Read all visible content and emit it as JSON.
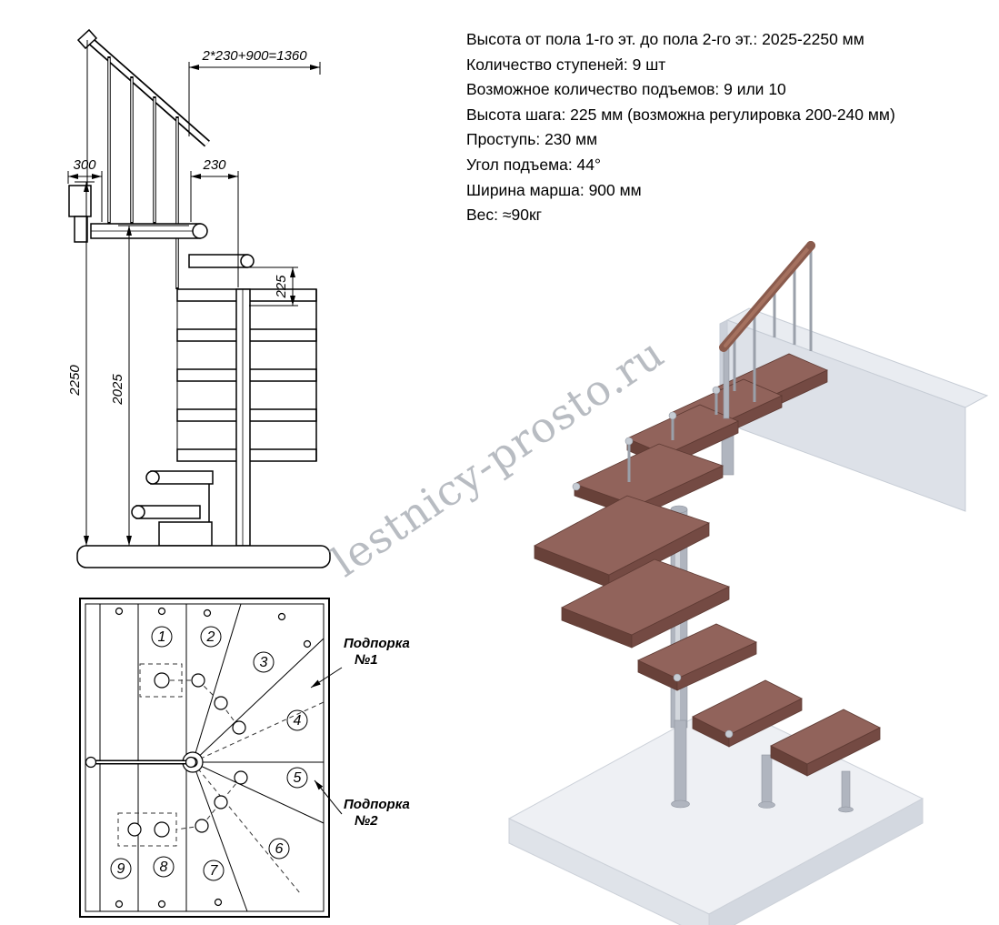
{
  "specs": {
    "lines": [
      "Высота от пола 1-го эт. до пола 2-го эт.: 2025-2250 мм",
      "Количество ступеней: 9 шт",
      "Возможное количество подъемов: 9 или 10",
      "Высота шага: 225 мм (возможна регулировка 200-240 мм)",
      "Проступь: 230 мм",
      "Угол подъема: 44°",
      "Ширина марша: 900 мм",
      "Вес: ≈90кг"
    ]
  },
  "elevation": {
    "dim_top": "2*230+900=1360",
    "dim_left": "300",
    "dim_tread": "230",
    "dim_riser": "225",
    "dim_total_height": "2250",
    "dim_floor_height": "2025"
  },
  "plan": {
    "step_numbers": [
      "1",
      "2",
      "3",
      "4",
      "5",
      "6",
      "7",
      "8",
      "9"
    ],
    "support1": {
      "line1": "Подпорка",
      "line2": "№1"
    },
    "support2": {
      "line1": "Подпорка",
      "line2": "№2"
    }
  },
  "watermark": {
    "text": "lestnicy-prosto.ru"
  },
  "colors": {
    "tread_top": "#91635b",
    "tread_front": "#744a43",
    "metal": "#b0b5bf",
    "floor": "#eef0f4",
    "wall": "#dde1e8",
    "watermark": "#8e949d"
  }
}
